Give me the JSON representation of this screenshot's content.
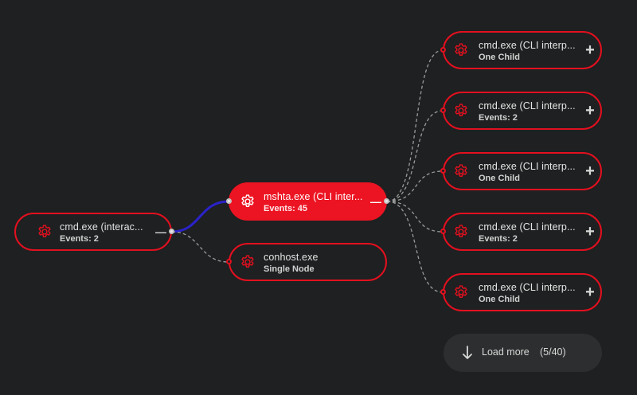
{
  "tree": {
    "root": {
      "title": "cmd.exe (interac...",
      "subtitle": "Events: 2",
      "icon": "gear-icon",
      "toggle": "—"
    },
    "selected": {
      "title": "mshta.exe (CLI inter...",
      "subtitle": "Events: 45",
      "icon": "gear-icon",
      "toggle": "—"
    },
    "sibling": {
      "title": "conhost.exe",
      "subtitle": "Single Node",
      "icon": "gear-icon"
    },
    "children": [
      {
        "title": "cmd.exe (CLI interp...",
        "subtitle": "One Child",
        "icon": "gear-icon",
        "expand": "+"
      },
      {
        "title": "cmd.exe (CLI interp...",
        "subtitle": "Events: 2",
        "icon": "gear-icon",
        "expand": "+"
      },
      {
        "title": "cmd.exe (CLI interp...",
        "subtitle": "One Child",
        "icon": "gear-icon",
        "expand": "+"
      },
      {
        "title": "cmd.exe (CLI interp...",
        "subtitle": "Events: 2",
        "icon": "gear-icon",
        "expand": "+"
      },
      {
        "title": "cmd.exe (CLI interp...",
        "subtitle": "One Child",
        "icon": "gear-icon",
        "expand": "+"
      }
    ],
    "load_more": {
      "label": "Load more",
      "count": "(5/40)",
      "icon": "arrow-down-icon"
    }
  },
  "colors": {
    "background": "#1e2021",
    "node_border": "#e3101f",
    "node_active": "#ec1422",
    "active_edge": "#2a22c8",
    "dashed_edge": "#9a9a9a",
    "load_more_bg": "#2c2e2f"
  }
}
